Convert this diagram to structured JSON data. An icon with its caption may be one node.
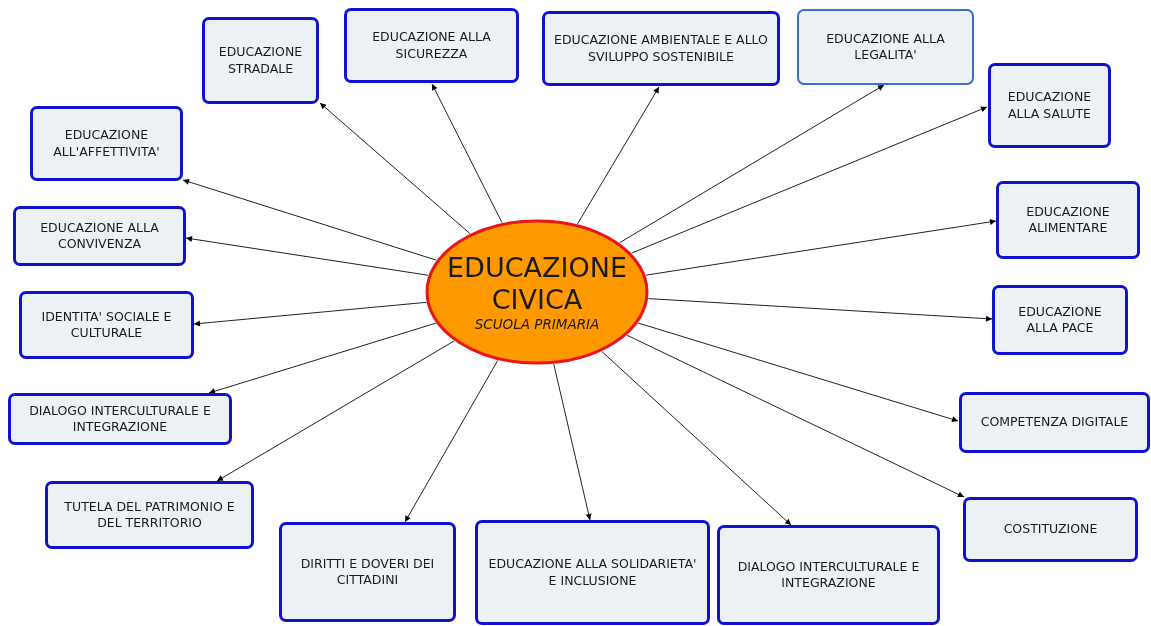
{
  "diagram": {
    "nodes": [
      {
        "text": [
          "EDUCAZIONE CIVICA",
          "SCUOLA PRIMARIA"
        ]
      },
      {
        "text": [
          "EDUCAZIONE STRADALE"
        ]
      },
      {
        "text": [
          "EDUCAZIONE ALLA SICUREZZA"
        ]
      },
      {
        "text": [
          "EDUCAZIONE AMBIENTALE E ALLO SVILUPPO SOSTENIBILE"
        ]
      },
      {
        "text": [
          "EDUCAZIONE ALLA LEGALITA'"
        ]
      },
      {
        "text": [
          "EDUCAZIONE ALLA SALUTE"
        ]
      },
      {
        "text": [
          "EDUCAZIONE ALL'AFFETTIVITA'"
        ]
      },
      {
        "text": [
          "EDUCAZIONE ALLA CONVIVENZA"
        ]
      },
      {
        "text": [
          "EDUCAZIONE ALIMENTARE"
        ]
      },
      {
        "text": [
          "IDENTITA' SOCIALE E CULTURALE"
        ]
      },
      {
        "text": [
          "EDUCAZIONE ALLA PACE"
        ]
      },
      {
        "text": [
          "DIALOGO INTERCULTURALE E INTEGRAZIONE"
        ]
      },
      {
        "text": [
          "COMPETENZA DIGITALE"
        ]
      },
      {
        "text": [
          "TUTELA DEL PATRIMONIO E DEL TERRITORIO"
        ]
      },
      {
        "text": [
          "COSTITUZIONE"
        ]
      },
      {
        "text": [
          "DIRITTI E DOVERI DEI CITTADINI"
        ]
      },
      {
        "text": [
          "EDUCAZIONE ALLA SOLIDARIETA' E INCLUSIONE"
        ]
      },
      {
        "text": [
          "DIALOGO INTERCULTURALE E INTEGRAZIONE"
        ]
      }
    ],
    "edges": [
      {
        "from": 0,
        "to": 1,
        "arrow": "to"
      },
      {
        "from": 0,
        "to": 2,
        "arrow": "to"
      },
      {
        "from": 0,
        "to": 3,
        "arrow": "to"
      },
      {
        "from": 0,
        "to": 4,
        "arrow": "to"
      },
      {
        "from": 0,
        "to": 5,
        "arrow": "to"
      },
      {
        "from": 0,
        "to": 6,
        "arrow": "to"
      },
      {
        "from": 0,
        "to": 7,
        "arrow": "to"
      },
      {
        "from": 0,
        "to": 8,
        "arrow": "to"
      },
      {
        "from": 0,
        "to": 9,
        "arrow": "to"
      },
      {
        "from": 0,
        "to": 10,
        "arrow": "to"
      },
      {
        "from": 0,
        "to": 11,
        "arrow": "to"
      },
      {
        "from": 0,
        "to": 12,
        "arrow": "to"
      },
      {
        "from": 0,
        "to": 13,
        "arrow": "to"
      },
      {
        "from": 0,
        "to": 14,
        "arrow": "to"
      },
      {
        "from": 0,
        "to": 15,
        "arrow": "to"
      },
      {
        "from": 0,
        "to": 16,
        "arrow": "to"
      },
      {
        "from": 0,
        "to": 17,
        "arrow": "to"
      }
    ]
  }
}
